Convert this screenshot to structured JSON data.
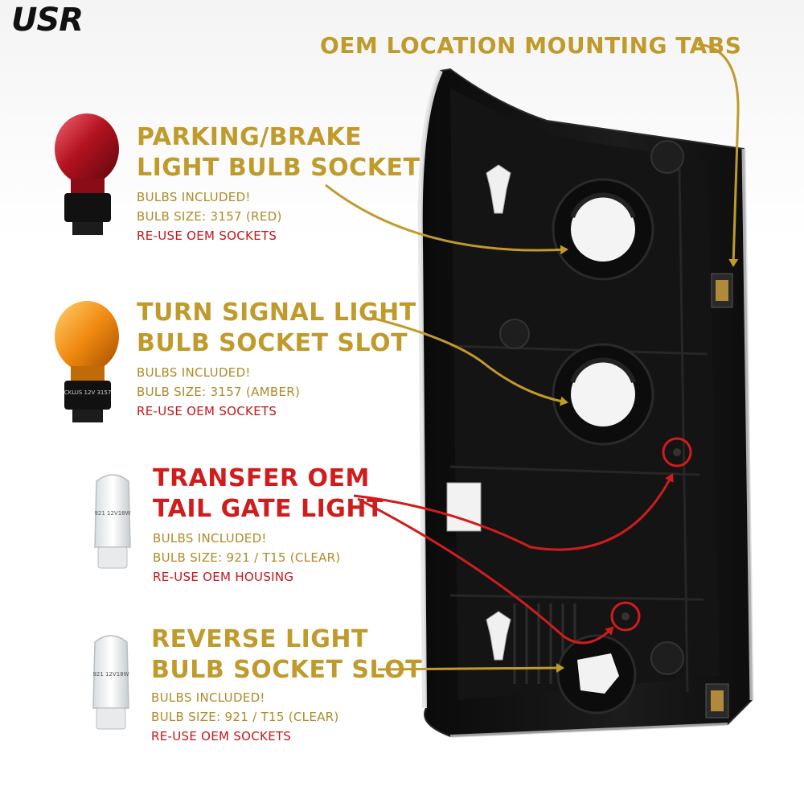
{
  "brand": {
    "logo_text": "USR"
  },
  "colors": {
    "gold": "#c09a2b",
    "red": "#d01c1c",
    "housing": "#111111"
  },
  "callouts": {
    "mounting_tabs": {
      "title": "OEM LOCATION MOUNTING TABS"
    },
    "parking_brake": {
      "title_line1": "PARKING/BRAKE",
      "title_line2": "LIGHT BULB SOCKET",
      "bulbs_included": "BULBS INCLUDED!",
      "bulb_size": "BULB SIZE: 3157 (RED)",
      "reuse": "RE-USE OEM SOCKETS"
    },
    "turn_signal": {
      "title_line1": "TURN SIGNAL LIGHT",
      "title_line2": "BULB SOCKET SLOT",
      "bulbs_included": "BULBS INCLUDED!",
      "bulb_size": "BULB SIZE: 3157 (AMBER)",
      "reuse": "RE-USE OEM SOCKETS"
    },
    "tail_gate": {
      "title_line1": "TRANSFER OEM",
      "title_line2": "TAIL GATE LIGHT",
      "bulbs_included": "BULBS INCLUDED!",
      "bulb_size": "BULB SIZE: 921 / T15 (CLEAR)",
      "reuse": "RE-USE OEM HOUSING"
    },
    "reverse": {
      "title_line1": "REVERSE LIGHT",
      "title_line2": "BULB SOCKET SLOT",
      "bulbs_included": "BULBS INCLUDED!",
      "bulb_size": "BULB SIZE: 921 / T15 (CLEAR)",
      "reuse": "RE-USE OEM SOCKETS"
    }
  },
  "bulbs": {
    "red_3157": {
      "color": "red",
      "print": ""
    },
    "amber_3157": {
      "color": "amber",
      "print": "CKLUS 12V 3157"
    },
    "clear_921_a": {
      "print": "921 12V18W"
    },
    "clear_921_b": {
      "print": "921 12V18W"
    }
  }
}
